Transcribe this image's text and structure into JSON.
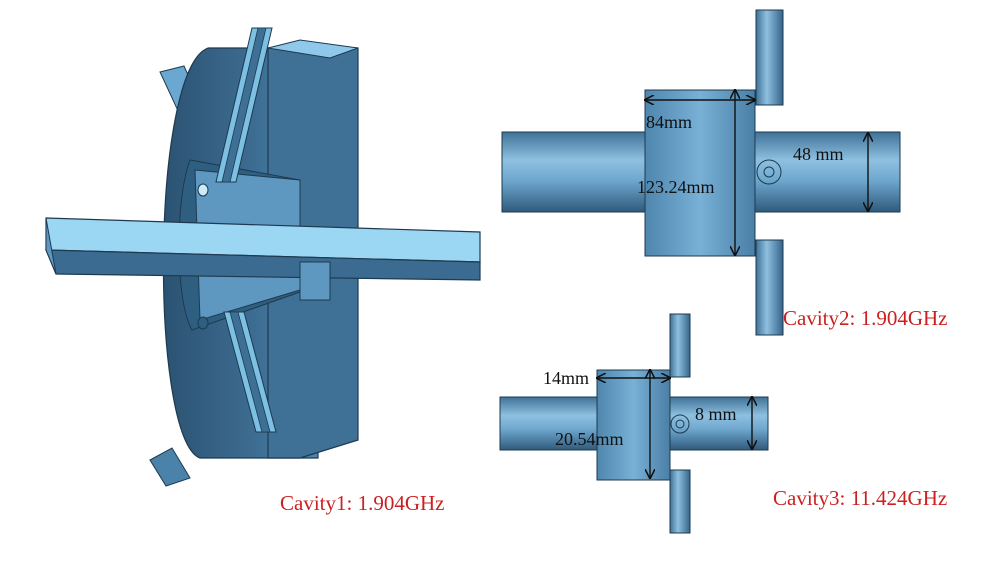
{
  "figures": {
    "cavity1": {
      "caption": "Cavity1: 1.904GHz"
    },
    "cavity2": {
      "caption": "Cavity2: 1.904GHz",
      "dim_width": "84mm",
      "dim_diameter": "123.24mm",
      "dim_pipe": "48 mm"
    },
    "cavity3": {
      "caption": "Cavity3: 11.424GHz",
      "dim_width": "14mm",
      "dim_diameter": "20.54mm",
      "dim_pipe": "8 mm"
    }
  },
  "colors": {
    "caption": "#cc1f1f",
    "metal_light": "#8fd0f0",
    "metal_mid": "#5c9fc6",
    "metal_dark": "#2f5f80",
    "edge": "#1e3a4f"
  }
}
